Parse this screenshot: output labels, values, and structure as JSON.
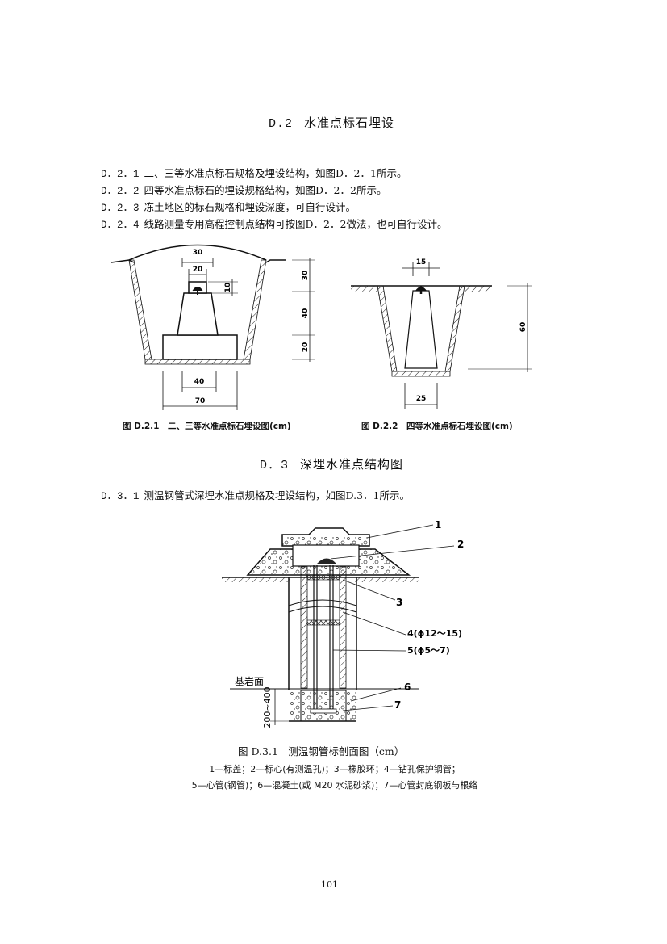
{
  "section_d2": {
    "number": "D.2",
    "title": "水准点标石埋设",
    "paragraphs": [
      {
        "num": "D．2．1",
        "text": "二、三等水准点标石规格及埋设结构，如图D．2．1所示。"
      },
      {
        "num": "D．2．2",
        "text": "四等水准点标石的埋设规格结构，如图D．2．2所示。"
      },
      {
        "num": "D．2．3",
        "text": "冻土地区的标石规格和埋设深度，可自行设计。"
      },
      {
        "num": "D．2．4",
        "text": "线路测量专用高程控制点结构可按图D．2．2做法，也可自行设计。"
      }
    ]
  },
  "fig_d21": {
    "caption": "图 D.2.1　二、三等水准点标石埋设图(cm)",
    "dims": {
      "top_outer": "30",
      "top_inner": "20",
      "cap_height": "10",
      "depth_top": "30",
      "depth_mid": "40",
      "depth_bottom": "20",
      "base_inner": "40",
      "base_outer": "70"
    }
  },
  "fig_d22": {
    "caption": "图 D.2.2　四等水准点标石埋设图(cm)",
    "dims": {
      "top": "15",
      "depth": "60",
      "bottom": "25"
    }
  },
  "section_d3": {
    "number": "D．3",
    "title": "深埋水准点结构图",
    "paragraph": {
      "num": "D．3．1",
      "text": "测温钢管式深埋水准点规格及埋设结构，如图D.3．1所示。"
    }
  },
  "fig_d31": {
    "labels": {
      "l1": "1",
      "l2": "2",
      "l3": "3",
      "l4": "4(ϕ12～15)",
      "l5": "5(ϕ5～7)",
      "l6": "6",
      "l7": "7",
      "bedrock": "基岩面",
      "depth": "200~400"
    },
    "caption": "图 D.3.1　测温钢管标剖面图（cm）",
    "legend_line1": "1—标盖；2—标心(有测温孔)；3—橡胶环；4—钻孔保护钢管；",
    "legend_line2": "5—心管(钢管)；6—混凝土(或 M20 水泥砂浆)；7—心管封底钢板与根络"
  },
  "page_number": "101"
}
